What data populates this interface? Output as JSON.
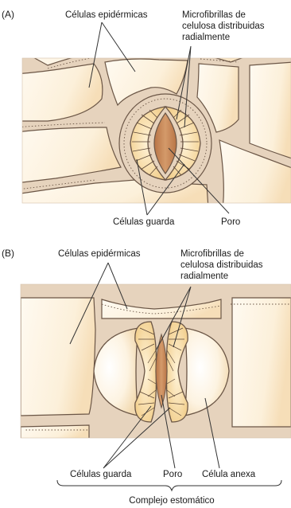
{
  "panel_a": {
    "panel_label": "(A)",
    "label_epidermal": "Células epidérmicas",
    "label_microfibrils_line1": "Microfibrillas de",
    "label_microfibrils_line2": "celulosa distribuidas",
    "label_microfibrils_line3": "radialmente",
    "label_guard_cells": "Células guarda",
    "label_pore": "Poro"
  },
  "panel_b": {
    "panel_label": "(B)",
    "label_epidermal": "Células epidérmicas",
    "label_microfibrils_line1": "Microfibrillas de",
    "label_microfibrils_line2": "celulosa distribuidas",
    "label_microfibrils_line3": "radialmente",
    "label_guard_cells": "Células guarda",
    "label_pore": "Poro",
    "label_subsidiary": "Célula anexa",
    "label_complex": "Complejo estomático"
  },
  "colors": {
    "cell_wall": "#e6d3bd",
    "cell_interior": "#fdf4e4",
    "guard_cell": "#f5d9a0",
    "pore": "#c98a5a",
    "outline": "#6b5646"
  }
}
